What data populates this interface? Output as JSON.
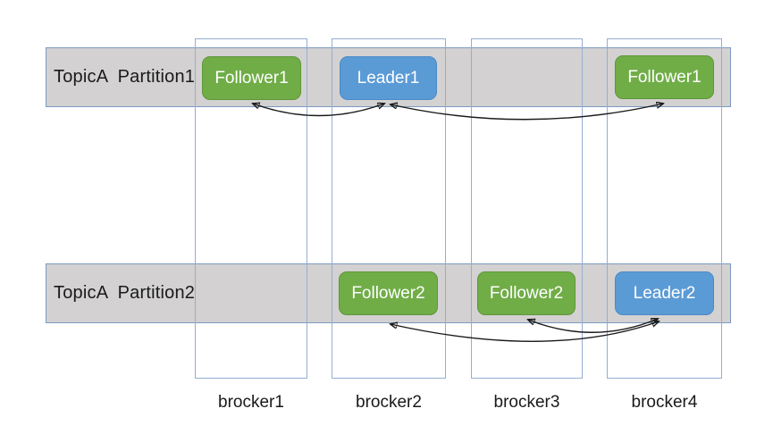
{
  "diagram": {
    "partitions": [
      {
        "id": "partition1",
        "label": "TopicA  Partition1"
      },
      {
        "id": "partition2",
        "label": "TopicA  Partition2"
      }
    ],
    "brokers": [
      {
        "id": "brocker1",
        "label": "brocker1"
      },
      {
        "id": "brocker2",
        "label": "brocker2"
      },
      {
        "id": "brocker3",
        "label": "brocker3"
      },
      {
        "id": "brocker4",
        "label": "brocker4"
      }
    ],
    "replicas": [
      {
        "label": "Follower1",
        "role": "follower",
        "partition": "partition1",
        "broker": "brocker1"
      },
      {
        "label": "Leader1",
        "role": "leader",
        "partition": "partition1",
        "broker": "brocker2"
      },
      {
        "label": "Follower1",
        "role": "follower",
        "partition": "partition1",
        "broker": "brocker4"
      },
      {
        "label": "Follower2",
        "role": "follower",
        "partition": "partition2",
        "broker": "brocker2"
      },
      {
        "label": "Follower2",
        "role": "follower",
        "partition": "partition2",
        "broker": "brocker3"
      },
      {
        "label": "Leader2",
        "role": "leader",
        "partition": "partition2",
        "broker": "brocker4"
      }
    ],
    "arrows": [
      {
        "between": [
          "Follower1@brocker1",
          "Leader1@brocker2"
        ],
        "bidirectional": true
      },
      {
        "between": [
          "Leader1@brocker2",
          "Follower1@brocker4"
        ],
        "bidirectional": true
      },
      {
        "between": [
          "Follower2@brocker3",
          "Leader2@brocker4"
        ],
        "bidirectional": true
      },
      {
        "between": [
          "Follower2@brocker2",
          "Leader2@brocker4"
        ],
        "bidirectional": true
      }
    ]
  },
  "colors": {
    "canvas_bg": "#ffffff",
    "follower_fill": "#70AD47",
    "follower_border": "#5E9638",
    "leader_fill": "#5B9BD5",
    "leader_border": "#4A8AC6",
    "band_fill": "#D3D1D1",
    "band_border": "#7C9AC2",
    "broker_border": "#93AFD2",
    "arrow": "#1a1a1a",
    "text_dark": "#1a1a1a",
    "text_light": "#ffffff"
  }
}
